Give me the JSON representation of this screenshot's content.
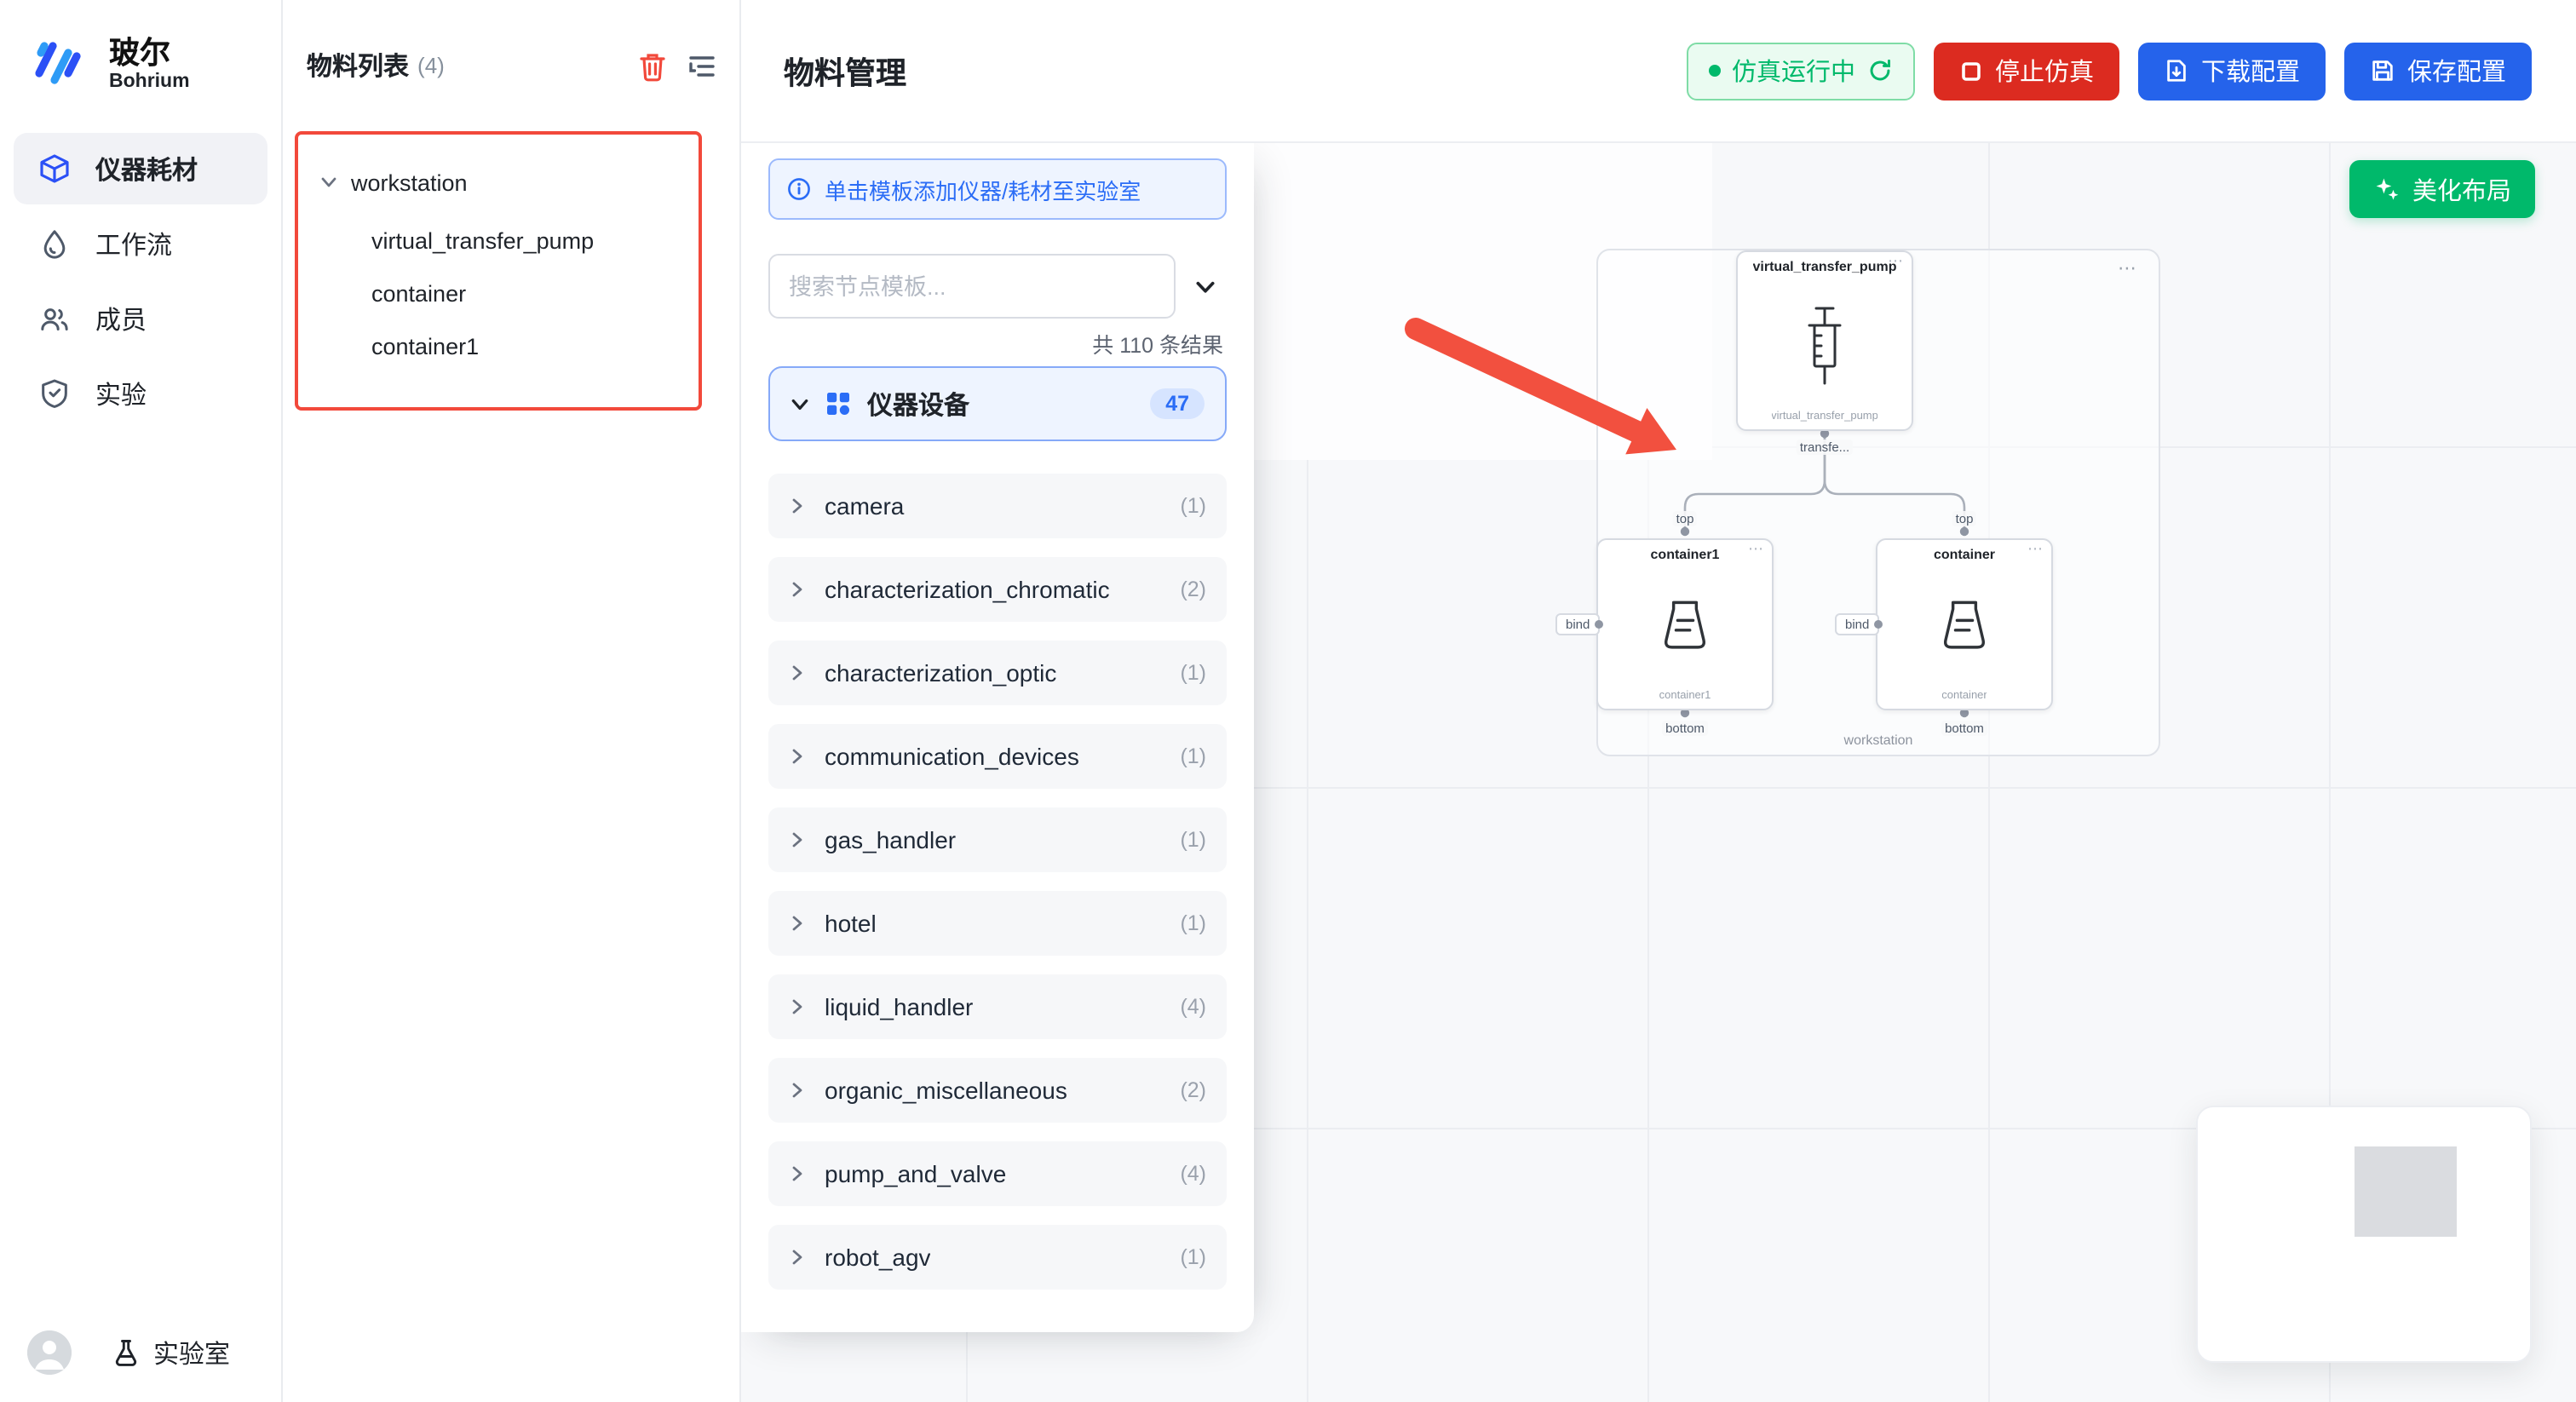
{
  "brand": {
    "name": "玻尔",
    "subtitle": "Bohrium"
  },
  "sidebar": {
    "items": [
      {
        "label": "仪器耗材"
      },
      {
        "label": "工作流"
      },
      {
        "label": "成员"
      },
      {
        "label": "实验"
      }
    ],
    "lab": "实验室"
  },
  "materials_panel": {
    "title": "物料列表",
    "count": "(4)",
    "tree_root": "workstation",
    "tree_children": [
      "virtual_transfer_pump",
      "container",
      "container1"
    ]
  },
  "topbar": {
    "title": "物料管理",
    "status": "仿真运行中",
    "stop": "停止仿真",
    "download": "下载配置",
    "save": "保存配置"
  },
  "templates": {
    "banner": "单击模板添加仪器/耗材至实验室",
    "search_placeholder": "搜索节点模板...",
    "result_count": "共 110 条结果",
    "category": {
      "label": "仪器设备",
      "badge": "47"
    },
    "items": [
      {
        "label": "camera",
        "count": "(1)"
      },
      {
        "label": "characterization_chromatic",
        "count": "(2)"
      },
      {
        "label": "characterization_optic",
        "count": "(1)"
      },
      {
        "label": "communication_devices",
        "count": "(1)"
      },
      {
        "label": "gas_handler",
        "count": "(1)"
      },
      {
        "label": "hotel",
        "count": "(1)"
      },
      {
        "label": "liquid_handler",
        "count": "(4)"
      },
      {
        "label": "organic_miscellaneous",
        "count": "(2)"
      },
      {
        "label": "pump_and_valve",
        "count": "(4)"
      },
      {
        "label": "robot_agv",
        "count": "(1)"
      }
    ]
  },
  "canvas": {
    "beautify": "美化布局",
    "flow": {
      "group_label": "workstation",
      "menu_glyph": "⋯",
      "pump": {
        "title": "virtual_transfer_pump",
        "sub": "virtual_transfer_pump",
        "out_port": "transfe..."
      },
      "left_node": {
        "title": "container1",
        "sub": "container1",
        "top_port": "top",
        "bottom_port": "bottom",
        "bind_port": "bind"
      },
      "right_node": {
        "title": "container",
        "sub": "container",
        "top_port": "top",
        "bottom_port": "bottom",
        "bind_port": "bind"
      }
    }
  },
  "colors": {
    "primary_blue": "#2b50f6",
    "action_blue": "#2563eb",
    "danger_red": "#dc2b20",
    "annotation_red": "#f2493b",
    "success_green": "#00b96b",
    "canvas_bg": "#f7f8fa"
  }
}
